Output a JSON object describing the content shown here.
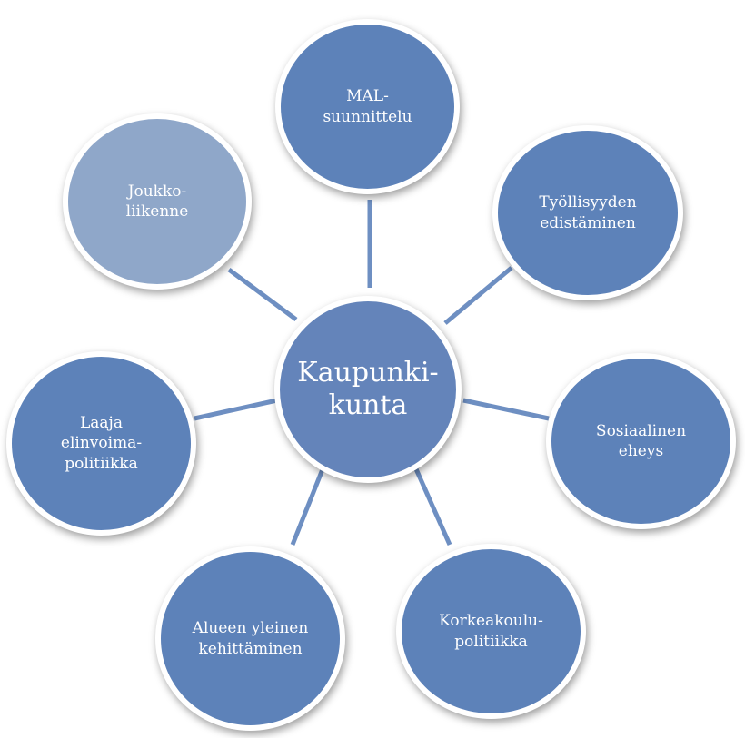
{
  "colors": {
    "center_fill": "#6484ba",
    "outer_fill": "#5d82b9",
    "faded_fill": "#8fa7c9",
    "connector": "#6e8fc2",
    "border": "#ffffff"
  },
  "diagram": {
    "center": {
      "label": "Kaupunki-\nkunta"
    },
    "nodes": [
      {
        "id": "mal",
        "label": "MAL-\nsuunnittelu"
      },
      {
        "id": "tyo",
        "label": "Työllisyyden\nedistäminen"
      },
      {
        "id": "sos",
        "label": "Sosiaalinen\neheys"
      },
      {
        "id": "kork",
        "label": "Korkeakoulu-\npolitiikka"
      },
      {
        "id": "alue",
        "label": "Alueen yleinen\nkehittäminen"
      },
      {
        "id": "laaja",
        "label": "Laaja\nelinvoima-\npolitiikka"
      },
      {
        "id": "jouk",
        "label": "Joukko-\nliikenne"
      }
    ]
  }
}
